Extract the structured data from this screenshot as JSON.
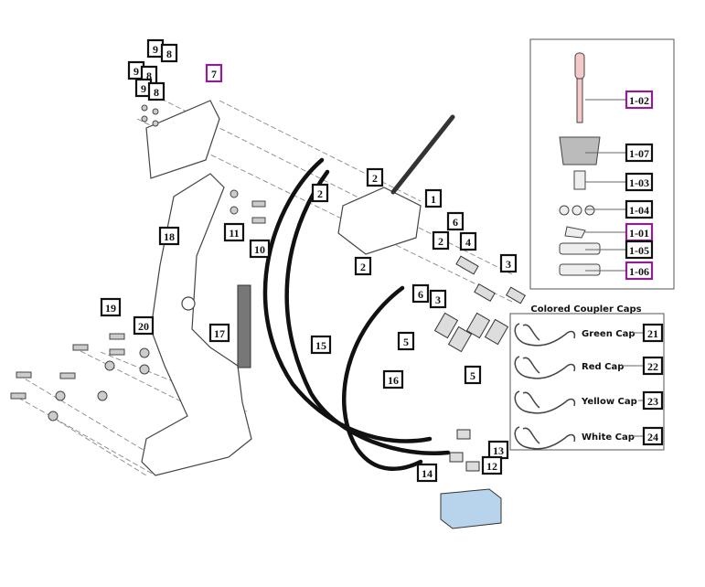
{
  "callouts": [
    "9",
    "8",
    "9",
    "8",
    "9",
    "8",
    "7",
    "18",
    "11",
    "10",
    "19",
    "20",
    "17",
    "15",
    "16",
    "2",
    "1",
    "2",
    "6",
    "2",
    "4",
    "2",
    "3",
    "6",
    "3",
    "5",
    "5",
    "13",
    "12",
    "14"
  ],
  "inset_callouts": [
    "1-02",
    "1-07",
    "1-03",
    "1-04",
    "1-01",
    "1-05",
    "1-06"
  ],
  "caps_panel": {
    "title": "Colored Coupler Caps",
    "caps": [
      {
        "name": "Green Cap",
        "number": "21"
      },
      {
        "name": "Red Cap",
        "number": "22"
      },
      {
        "name": "Yellow Cap",
        "number": "23"
      },
      {
        "name": "White Cap",
        "number": "24"
      }
    ]
  },
  "colors": {
    "callout_border": "#111111",
    "highlight_border": "#8e1f8e",
    "valve_block": "#b8d4ec"
  }
}
